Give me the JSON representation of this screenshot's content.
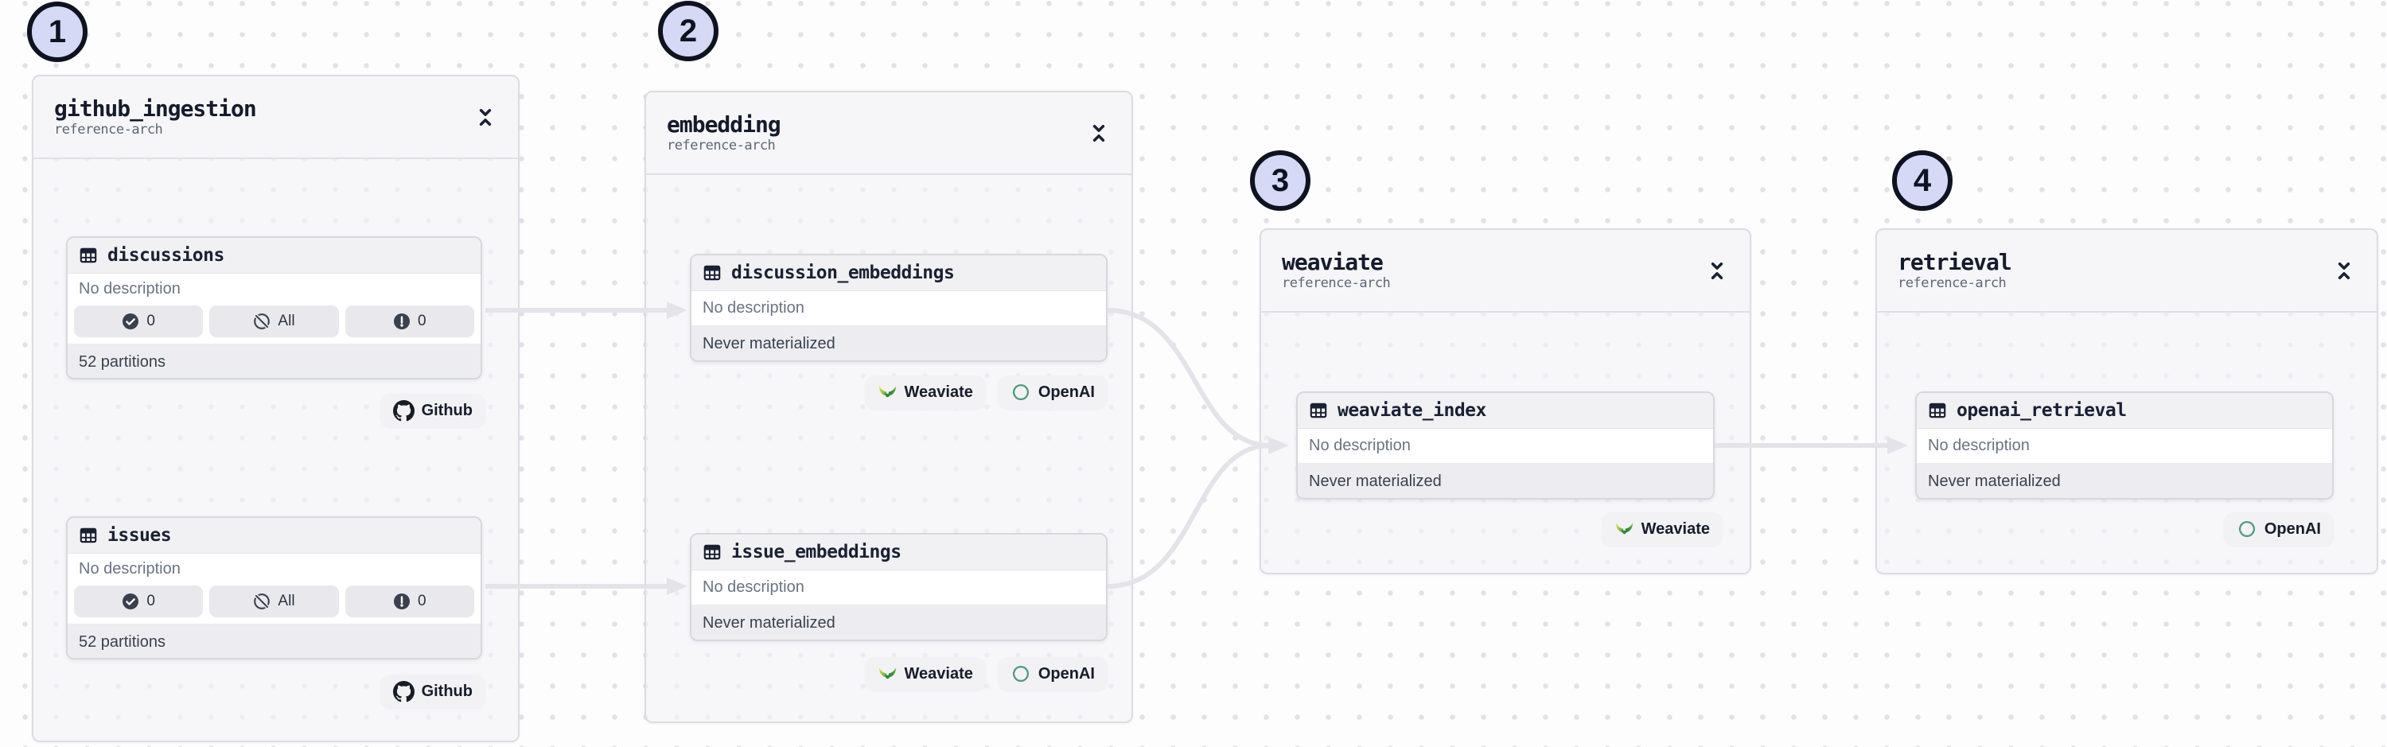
{
  "page": {
    "dot_color": "#E1E1E7",
    "edge_color": "#E3E3E9",
    "step_badge_fill": "#D5D9F6"
  },
  "step_badges": [
    {
      "label": "1"
    },
    {
      "label": "2"
    },
    {
      "label": "3"
    },
    {
      "label": "4"
    }
  ],
  "groups": [
    {
      "title": "github_ingestion",
      "subtitle": "reference-arch"
    },
    {
      "title": "embedding",
      "subtitle": "reference-arch"
    },
    {
      "title": "weaviate",
      "subtitle": "reference-arch"
    },
    {
      "title": "retrieval",
      "subtitle": "reference-arch"
    }
  ],
  "assets": [
    {
      "name": "discussions",
      "description": "No description",
      "footer": "52 partitions",
      "checks": [
        {
          "icon": "check-circle-icon",
          "label": "0"
        },
        {
          "icon": "slash-circle-icon",
          "label": "All"
        },
        {
          "icon": "alert-circle-icon",
          "label": "0"
        }
      ]
    },
    {
      "name": "issues",
      "description": "No description",
      "footer": "52 partitions",
      "checks": [
        {
          "icon": "check-circle-icon",
          "label": "0"
        },
        {
          "icon": "slash-circle-icon",
          "label": "All"
        },
        {
          "icon": "alert-circle-icon",
          "label": "0"
        }
      ]
    },
    {
      "name": "discussion_embeddings",
      "description": "No description",
      "footer": "Never materialized"
    },
    {
      "name": "issue_embeddings",
      "description": "No description",
      "footer": "Never materialized"
    },
    {
      "name": "weaviate_index",
      "description": "No description",
      "footer": "Never materialized"
    },
    {
      "name": "openai_retrieval",
      "description": "No description",
      "footer": "Never materialized"
    }
  ],
  "tags": {
    "github": {
      "label": "Github",
      "icon": "github-icon"
    },
    "weaviate": {
      "label": "Weaviate",
      "icon": "weaviate-icon"
    },
    "openai": {
      "label": "OpenAI",
      "icon": "openai-icon"
    }
  },
  "icons": {
    "asset_type": "table-icon",
    "group_toggle": "collapse-vertical-icon"
  }
}
